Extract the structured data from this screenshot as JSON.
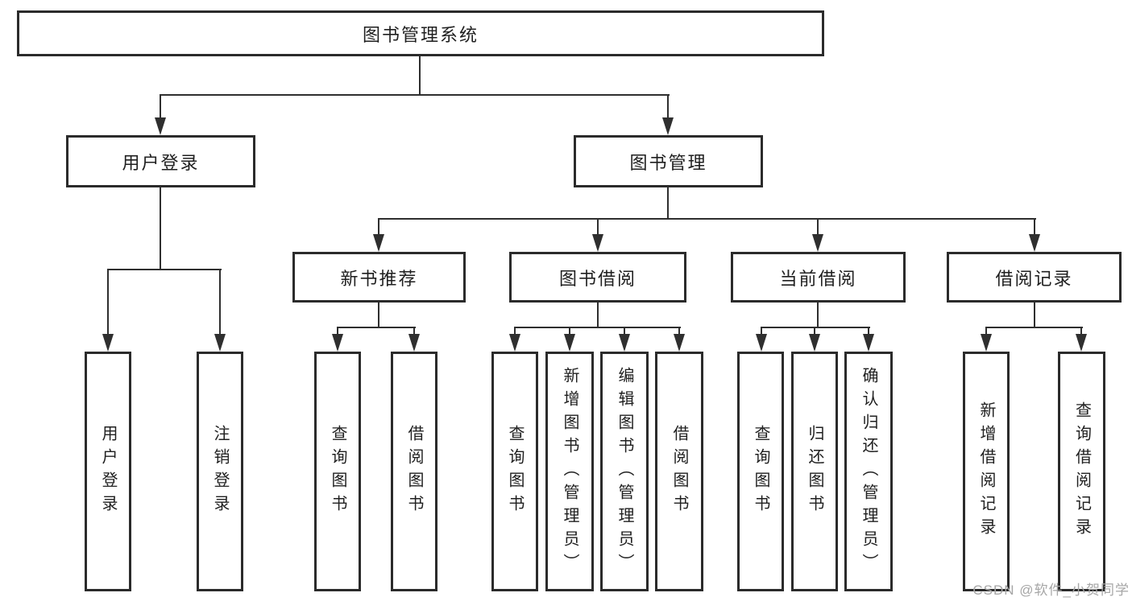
{
  "tree": {
    "label": "图书管理系统",
    "children": [
      {
        "label": "用户登录",
        "children": [
          {
            "label": "用户登录"
          },
          {
            "label": "注销登录"
          }
        ]
      },
      {
        "label": "图书管理",
        "children": [
          {
            "label": "新书推荐",
            "children": [
              {
                "label": "查询图书"
              },
              {
                "label": "借阅图书"
              }
            ]
          },
          {
            "label": "图书借阅",
            "children": [
              {
                "label": "查询图书"
              },
              {
                "label": "新增图书（管理员）"
              },
              {
                "label": "编辑图书（管理员）"
              },
              {
                "label": "借阅图书"
              }
            ]
          },
          {
            "label": "当前借阅",
            "children": [
              {
                "label": "查询图书"
              },
              {
                "label": "归还图书"
              },
              {
                "label": "确认归还（管理员）"
              }
            ]
          },
          {
            "label": "借阅记录",
            "children": [
              {
                "label": "新增借阅记录"
              },
              {
                "label": "查询借阅记录"
              }
            ]
          }
        ]
      }
    ]
  },
  "watermark": "CSDN @软件_小贺同学",
  "colors": {
    "line": "#2f2f2f",
    "box_border": "#2b2b2b",
    "text": "#1f1f1f",
    "watermark": "#a6a6a6",
    "background": "#ffffff"
  }
}
